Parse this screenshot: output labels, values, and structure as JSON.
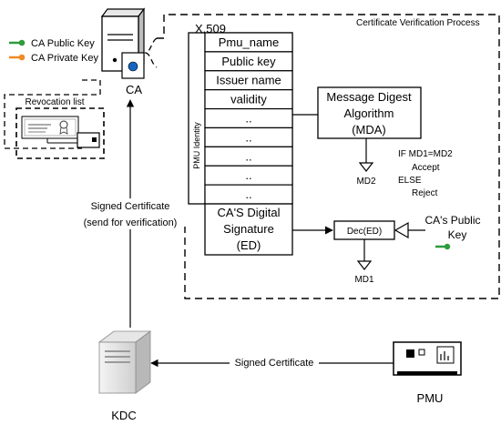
{
  "legend": {
    "public_key": "CA Public Key",
    "private_key": "CA Private Key",
    "public_key_color": "#2e9c3c",
    "private_key_color": "#f08a24"
  },
  "ca_label": "CA",
  "revocation_label": "Revocation list",
  "process_title": "Certificate Verification Process",
  "x509_label": "X.509",
  "pmu_identity_label": "PMU Identity",
  "cert_fields": [
    "Pmu_name",
    "Public key",
    "Issuer name",
    "validity",
    "..",
    "..",
    "..",
    "..",
    ".."
  ],
  "signature_lines": [
    "CA'S Digital",
    "Signature",
    "(ED)"
  ],
  "mda_lines": [
    "Message Digest",
    "Algorithm",
    "(MDA)"
  ],
  "md2_label": "MD2",
  "md1_label": "MD1",
  "dec_label": "Dec(ED)",
  "ca_pubkey_lines": [
    "CA's Public",
    "Key"
  ],
  "condition_lines": [
    "IF MD1=MD2",
    "Accept",
    "ELSE",
    "Reject"
  ],
  "signed_cert_vertical": [
    "Signed Certificate",
    "(send for verification)"
  ],
  "signed_cert_horizontal": "Signed Certificate",
  "kdc_label": "KDC",
  "pmu_label": "PMU"
}
